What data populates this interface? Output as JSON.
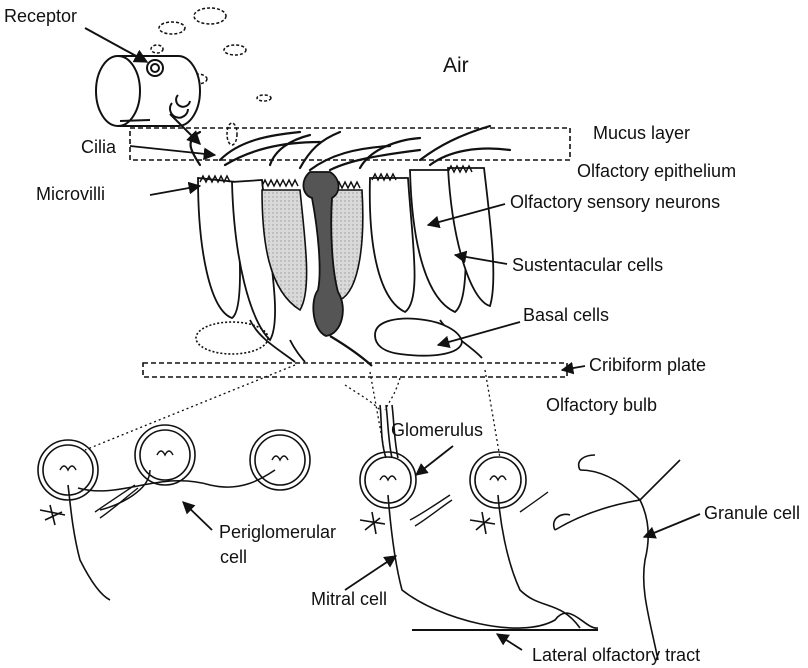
{
  "labels": {
    "receptor": "Receptor",
    "air": "Air",
    "mucus_layer": "Mucus layer",
    "cilia": "Cilia",
    "olfactory_epithelium": "Olfactory epithelium",
    "microvilli": "Microvilli",
    "olfactory_sensory_neurons": "Olfactory sensory neurons",
    "sustentacular_cells": "Sustentacular cells",
    "basal_cells": "Basal cells",
    "cribiform_plate": "Cribiform plate",
    "olfactory_bulb": "Olfactory bulb",
    "glomerulus": "Glomerulus",
    "granule_cell": "Granule cell",
    "periglomerular_line1": "Periglomerular",
    "periglomerular_line2": "cell",
    "mitral_cell": "Mitral cell",
    "lateral_olfactory_tract": "Lateral olfactory tract"
  },
  "colors": {
    "stroke": "#111111",
    "neuron_fill": "#555555",
    "shaded_fill": "#cfcfcf",
    "background": "#ffffff"
  }
}
